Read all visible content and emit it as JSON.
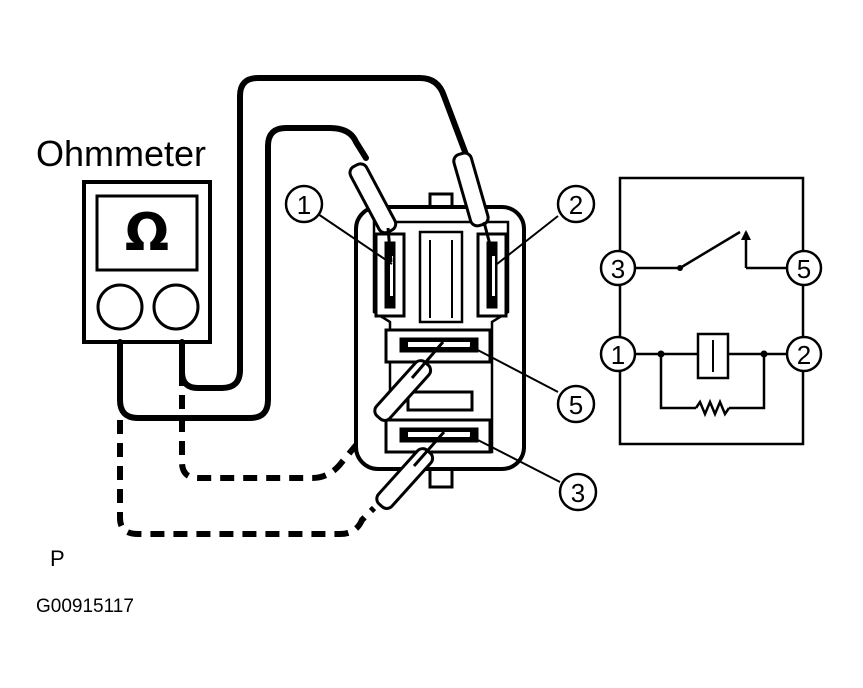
{
  "meter": {
    "title": "Ohmmeter",
    "symbol": "Ω"
  },
  "callouts": {
    "t1": "1",
    "t2": "2",
    "t5": "5",
    "t3": "3"
  },
  "schematic": {
    "pin3": "3",
    "pin5": "5",
    "pin1": "1",
    "pin2": "2"
  },
  "corner_letter": "P",
  "figure_code": "G00915117"
}
